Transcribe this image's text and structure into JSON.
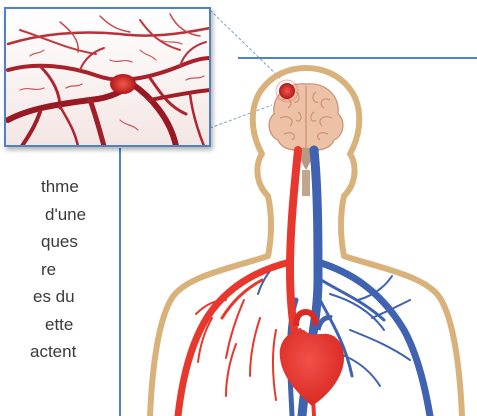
{
  "diagram": {
    "paragraph_lines": [
      "thme",
      "d'une",
      "ques",
      "re",
      "es du",
      "ette",
      "actent"
    ],
    "colors": {
      "artery": "#e8382e",
      "vein": "#3f63b0",
      "body_outline": "#d8b27a",
      "callout_line": "#4f82c2",
      "brain": "#e9b79c",
      "spinal_cord": "#b89a82"
    },
    "icons": [
      "brain-icon",
      "heart-icon",
      "capillary-closeup-icon"
    ]
  }
}
